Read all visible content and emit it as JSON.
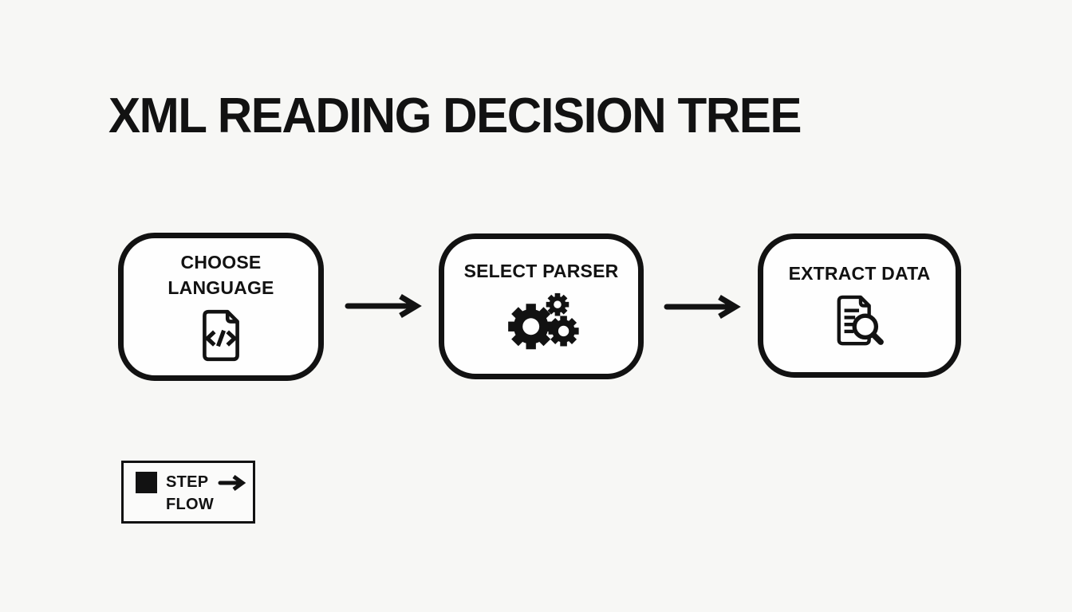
{
  "title": "XML READING DECISION TREE",
  "nodes": [
    {
      "line1": "CHOOSE",
      "line2": "LANGUAGE",
      "icon": "code-file-icon"
    },
    {
      "line1": "SELECT PARSER",
      "icon": "gears-icon"
    },
    {
      "line1": "EXTRACT DATA",
      "icon": "document-search-icon"
    }
  ],
  "connectors": {
    "style": "arrow-right",
    "count": 2
  },
  "legend": {
    "step_label": "STEP",
    "flow_label": "FLOW",
    "step_marker": "filled-square",
    "flow_marker": "arrow-right"
  },
  "colors": {
    "background": "#f7f7f5",
    "ink": "#121212",
    "node_fill": "#fefefe"
  }
}
